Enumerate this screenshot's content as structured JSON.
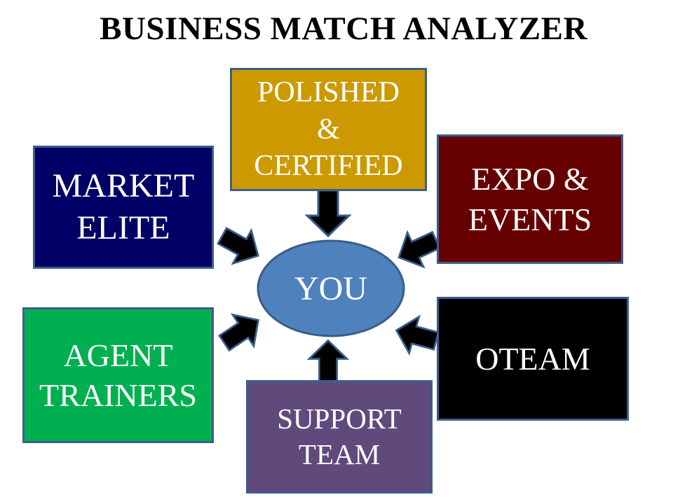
{
  "title": "BUSINESS MATCH ANALYZER",
  "center": {
    "label": "YOU",
    "color": "#4F81BD"
  },
  "boxes": {
    "polished": {
      "lines": [
        "POLISHED",
        "&",
        "CERTIFIED"
      ],
      "color": "#CC9900"
    },
    "market": {
      "lines": [
        "MARKET",
        "ELITE"
      ],
      "color": "#000066"
    },
    "expo": {
      "lines": [
        "EXPO &",
        "EVENTS"
      ],
      "color": "#660000"
    },
    "agent": {
      "lines": [
        "AGENT",
        "TRAINERS"
      ],
      "color": "#00B050"
    },
    "oteam": {
      "lines": [
        "OTEAM"
      ],
      "color": "#000000"
    },
    "support": {
      "lines": [
        "SUPPORT",
        "TEAM"
      ],
      "color": "#604A7B"
    }
  }
}
